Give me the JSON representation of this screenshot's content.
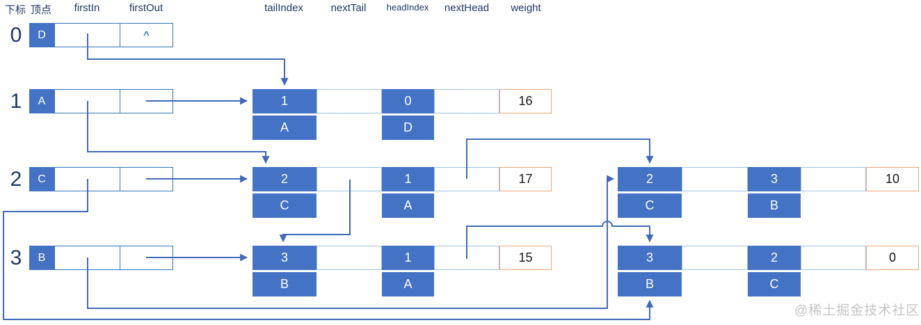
{
  "header": {
    "labels": [
      "下标",
      "顶点",
      "firstIn",
      "firstOut",
      "tailIndex",
      "nextTail",
      "headIndex",
      "nextHead",
      "weight"
    ]
  },
  "vertices": [
    {
      "index": "0",
      "label": "D",
      "first_in": "",
      "first_out": "^"
    },
    {
      "index": "1",
      "label": "A",
      "first_in": "",
      "first_out": ""
    },
    {
      "index": "2",
      "label": "C",
      "first_in": "",
      "first_out": ""
    },
    {
      "index": "3",
      "label": "B",
      "first_in": "",
      "first_out": ""
    }
  ],
  "edge_nodes": [
    {
      "tail_index": "1",
      "tail_label": "A",
      "next_tail": "",
      "head_index": "0",
      "head_label": "D",
      "next_head": "",
      "weight": "16"
    },
    {
      "tail_index": "2",
      "tail_label": "C",
      "next_tail": "",
      "head_index": "1",
      "head_label": "A",
      "next_head": "",
      "weight": "17"
    },
    {
      "tail_index": "3",
      "tail_label": "B",
      "next_tail": "",
      "head_index": "1",
      "head_label": "A",
      "next_head": "",
      "weight": "15"
    },
    {
      "tail_index": "2",
      "tail_label": "C",
      "next_tail": "",
      "head_index": "3",
      "head_label": "B",
      "next_head": "",
      "weight": "10"
    },
    {
      "tail_index": "3",
      "tail_label": "B",
      "next_tail": "",
      "head_index": "2",
      "head_label": "C",
      "next_head": "",
      "weight": "0"
    }
  ],
  "watermark": "@稀土掘金技术社区",
  "colors": {
    "node_blue": "#4472C4",
    "vertex_cell_border": "#2E75B6",
    "edge_cell_border": "#9DC3E6",
    "weight_cell_border": "#F0A478",
    "arrow": "#4169B8",
    "header_text": "#1F3864",
    "watermark_text": "#C6C6C6"
  }
}
